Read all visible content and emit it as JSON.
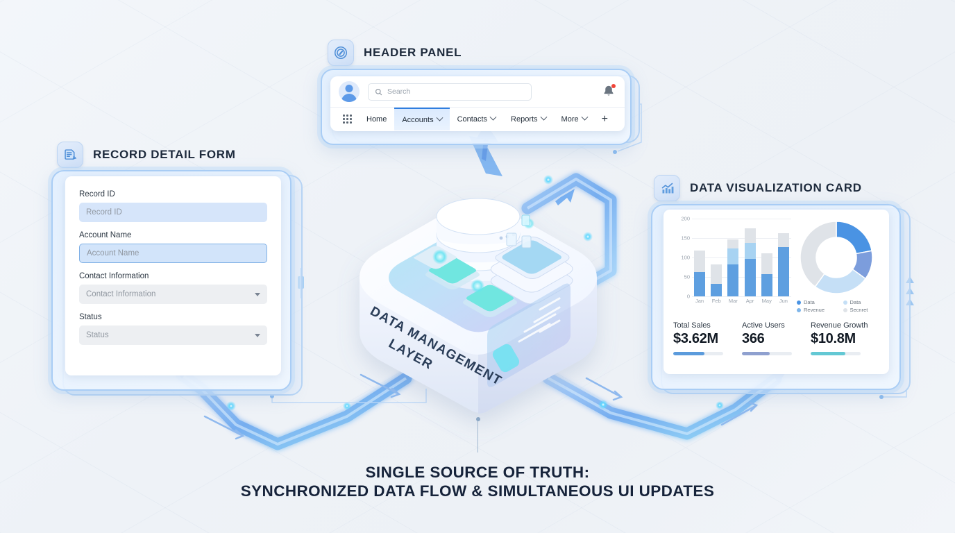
{
  "sections": {
    "header_panel": {
      "label": "HEADER PANEL",
      "icon": "compass-icon"
    },
    "record_form": {
      "label": "RECORD DETAIL FORM",
      "icon": "document-edit-icon"
    },
    "data_viz": {
      "label": "DATA VISUALIZATION CARD",
      "icon": "bar-chart-icon"
    }
  },
  "header_panel": {
    "search": {
      "placeholder": "Search",
      "value": ""
    },
    "nav_items": [
      {
        "label": "Home",
        "has_caret": false,
        "active": false
      },
      {
        "label": "Accounts",
        "has_caret": true,
        "active": true
      },
      {
        "label": "Contacts",
        "has_caret": true,
        "active": false
      },
      {
        "label": "Reports",
        "has_caret": true,
        "active": false
      },
      {
        "label": "More",
        "has_caret": true,
        "active": false
      }
    ],
    "add_label": "+",
    "notification_badge": true
  },
  "record_form": {
    "fields": [
      {
        "label": "Record ID",
        "placeholder": "Record ID",
        "value": "",
        "type": "text",
        "style": "blue"
      },
      {
        "label": "Account Name",
        "placeholder": "Account Name",
        "value": "",
        "type": "text",
        "style": "blue-focus"
      },
      {
        "label": "Contact Information",
        "placeholder": "Contact Information",
        "value": "",
        "type": "select",
        "style": "gray"
      },
      {
        "label": "Status",
        "placeholder": "Status",
        "value": "",
        "type": "select",
        "style": "gray"
      }
    ]
  },
  "data_viz": {
    "kpis": [
      {
        "label": "Total Sales",
        "value": "$3.62M",
        "progress": 62,
        "color": "#5b9bdc"
      },
      {
        "label": "Active Users",
        "value": "366",
        "progress": 55,
        "color": "#8fa0cf"
      },
      {
        "label": "Revenue Growth",
        "value": "$10.8M",
        "progress": 70,
        "color": "#63c8d4"
      }
    ]
  },
  "chart_data": [
    {
      "type": "bar",
      "subtype": "stacked",
      "title": "",
      "xlabel": "",
      "ylabel": "",
      "ylim": [
        0,
        200
      ],
      "yticks": [
        0,
        50,
        100,
        150,
        200
      ],
      "grid": true,
      "categories": [
        "Jan",
        "Feb",
        "Mar",
        "Apr",
        "May",
        "Jun"
      ],
      "series": [
        {
          "name": "Data",
          "color": "#5e9fe0",
          "values": [
            62,
            32,
            83,
            96,
            57,
            127
          ]
        },
        {
          "name": "Revenue",
          "color": "#a8d3f2",
          "values": [
            0,
            0,
            40,
            41,
            0,
            0
          ]
        },
        {
          "name": "Secnret",
          "color": "#dfe3e8",
          "values": [
            55,
            51,
            23,
            38,
            54,
            36
          ]
        }
      ]
    },
    {
      "type": "pie",
      "subtype": "donut",
      "title": "",
      "labels": [
        "Data",
        "Data",
        "Revenue",
        "Secnret"
      ],
      "values": [
        22,
        13,
        25,
        40
      ],
      "colors": [
        "#4a93e3",
        "#7c9ddc",
        "#c5dff6",
        "#dfe3e8"
      ],
      "legend_position": "bottom",
      "legend": [
        {
          "label": "Data",
          "color": "#4a93e3"
        },
        {
          "label": "Data",
          "color": "#c5dff6"
        },
        {
          "label": "Revenue",
          "color": "#7fb6ea"
        },
        {
          "label": "Secnret",
          "color": "#dfe3e8"
        }
      ]
    }
  ],
  "center_node": {
    "label": "DATA MANAGEMENT LAYER"
  },
  "caption": {
    "line1": "SINGLE SOURCE OF TRUTH:",
    "line2": "SYNCHRONIZED DATA FLOW & SIMULTANEOUS UI UPDATES"
  },
  "colors": {
    "background": "#eef2f7",
    "accent": "#4a93e3",
    "frame": "#a9cdf5",
    "text": "#16233a"
  }
}
